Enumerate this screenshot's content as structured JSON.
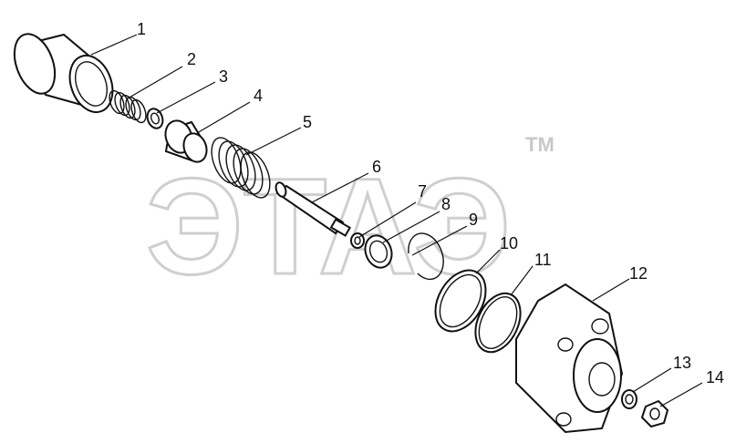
{
  "callouts": [
    "1",
    "2",
    "3",
    "4",
    "5",
    "6",
    "7",
    "8",
    "9",
    "10",
    "11",
    "12",
    "13",
    "14"
  ],
  "watermark": {
    "text": "ЭТАЭ",
    "mark": "TM"
  }
}
